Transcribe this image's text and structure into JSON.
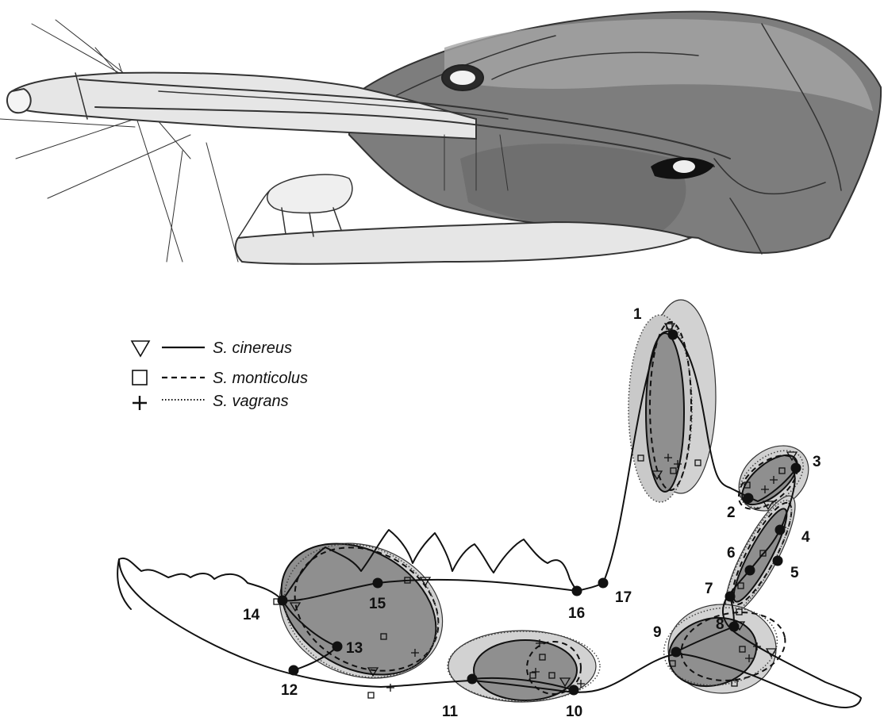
{
  "legend": {
    "items": [
      {
        "symbol": "triangle",
        "line": "solid",
        "label": "S. cinereus"
      },
      {
        "symbol": "square",
        "line": "dashed",
        "label": "S. monticolus"
      },
      {
        "symbol": "plus",
        "line": "dotted",
        "label": "S. vagrans"
      }
    ]
  },
  "landmarks": [
    "1",
    "2",
    "3",
    "4",
    "5",
    "6",
    "7",
    "8",
    "9",
    "10",
    "11",
    "12",
    "13",
    "14",
    "15",
    "16",
    "17"
  ],
  "colors": {
    "ellipse_dark": "#8e8e8e",
    "ellipse_light": "#d0d0d0",
    "ink": "#111111",
    "drawing": "#5a5a5a"
  }
}
